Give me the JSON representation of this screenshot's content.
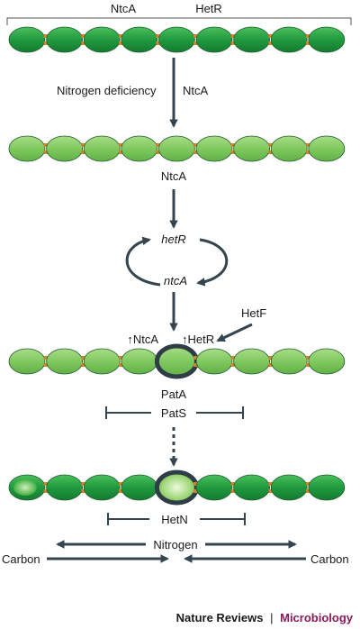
{
  "labels": {
    "top_left": "NtcA",
    "top_right": "HetR",
    "arrow1": "Nitrogen deficiency",
    "arrow1_right": "NtcA",
    "below_row2": "NtcA",
    "loop_top": "hetR",
    "loop_bottom": "ntcA",
    "hetf": "HetF",
    "up_ntca": "↑NtcA",
    "up_hetr": "↑HetR",
    "pata": "PatA",
    "pats": "PatS",
    "hetn": "HetN",
    "nitrogen": "Nitrogen",
    "carbon_left": "Carbon",
    "carbon_right": "Carbon"
  },
  "footer": {
    "journal": "Nature Reviews",
    "separator": "|",
    "subject": "Microbiology"
  },
  "colors": {
    "cell_dark": "#1f9a3f",
    "cell_light": "#7fc95f",
    "junction": "#d9812a",
    "heterocyst_outline": "#2f3d47",
    "arrow": "#34454f",
    "subject": "#8b1a5a"
  }
}
